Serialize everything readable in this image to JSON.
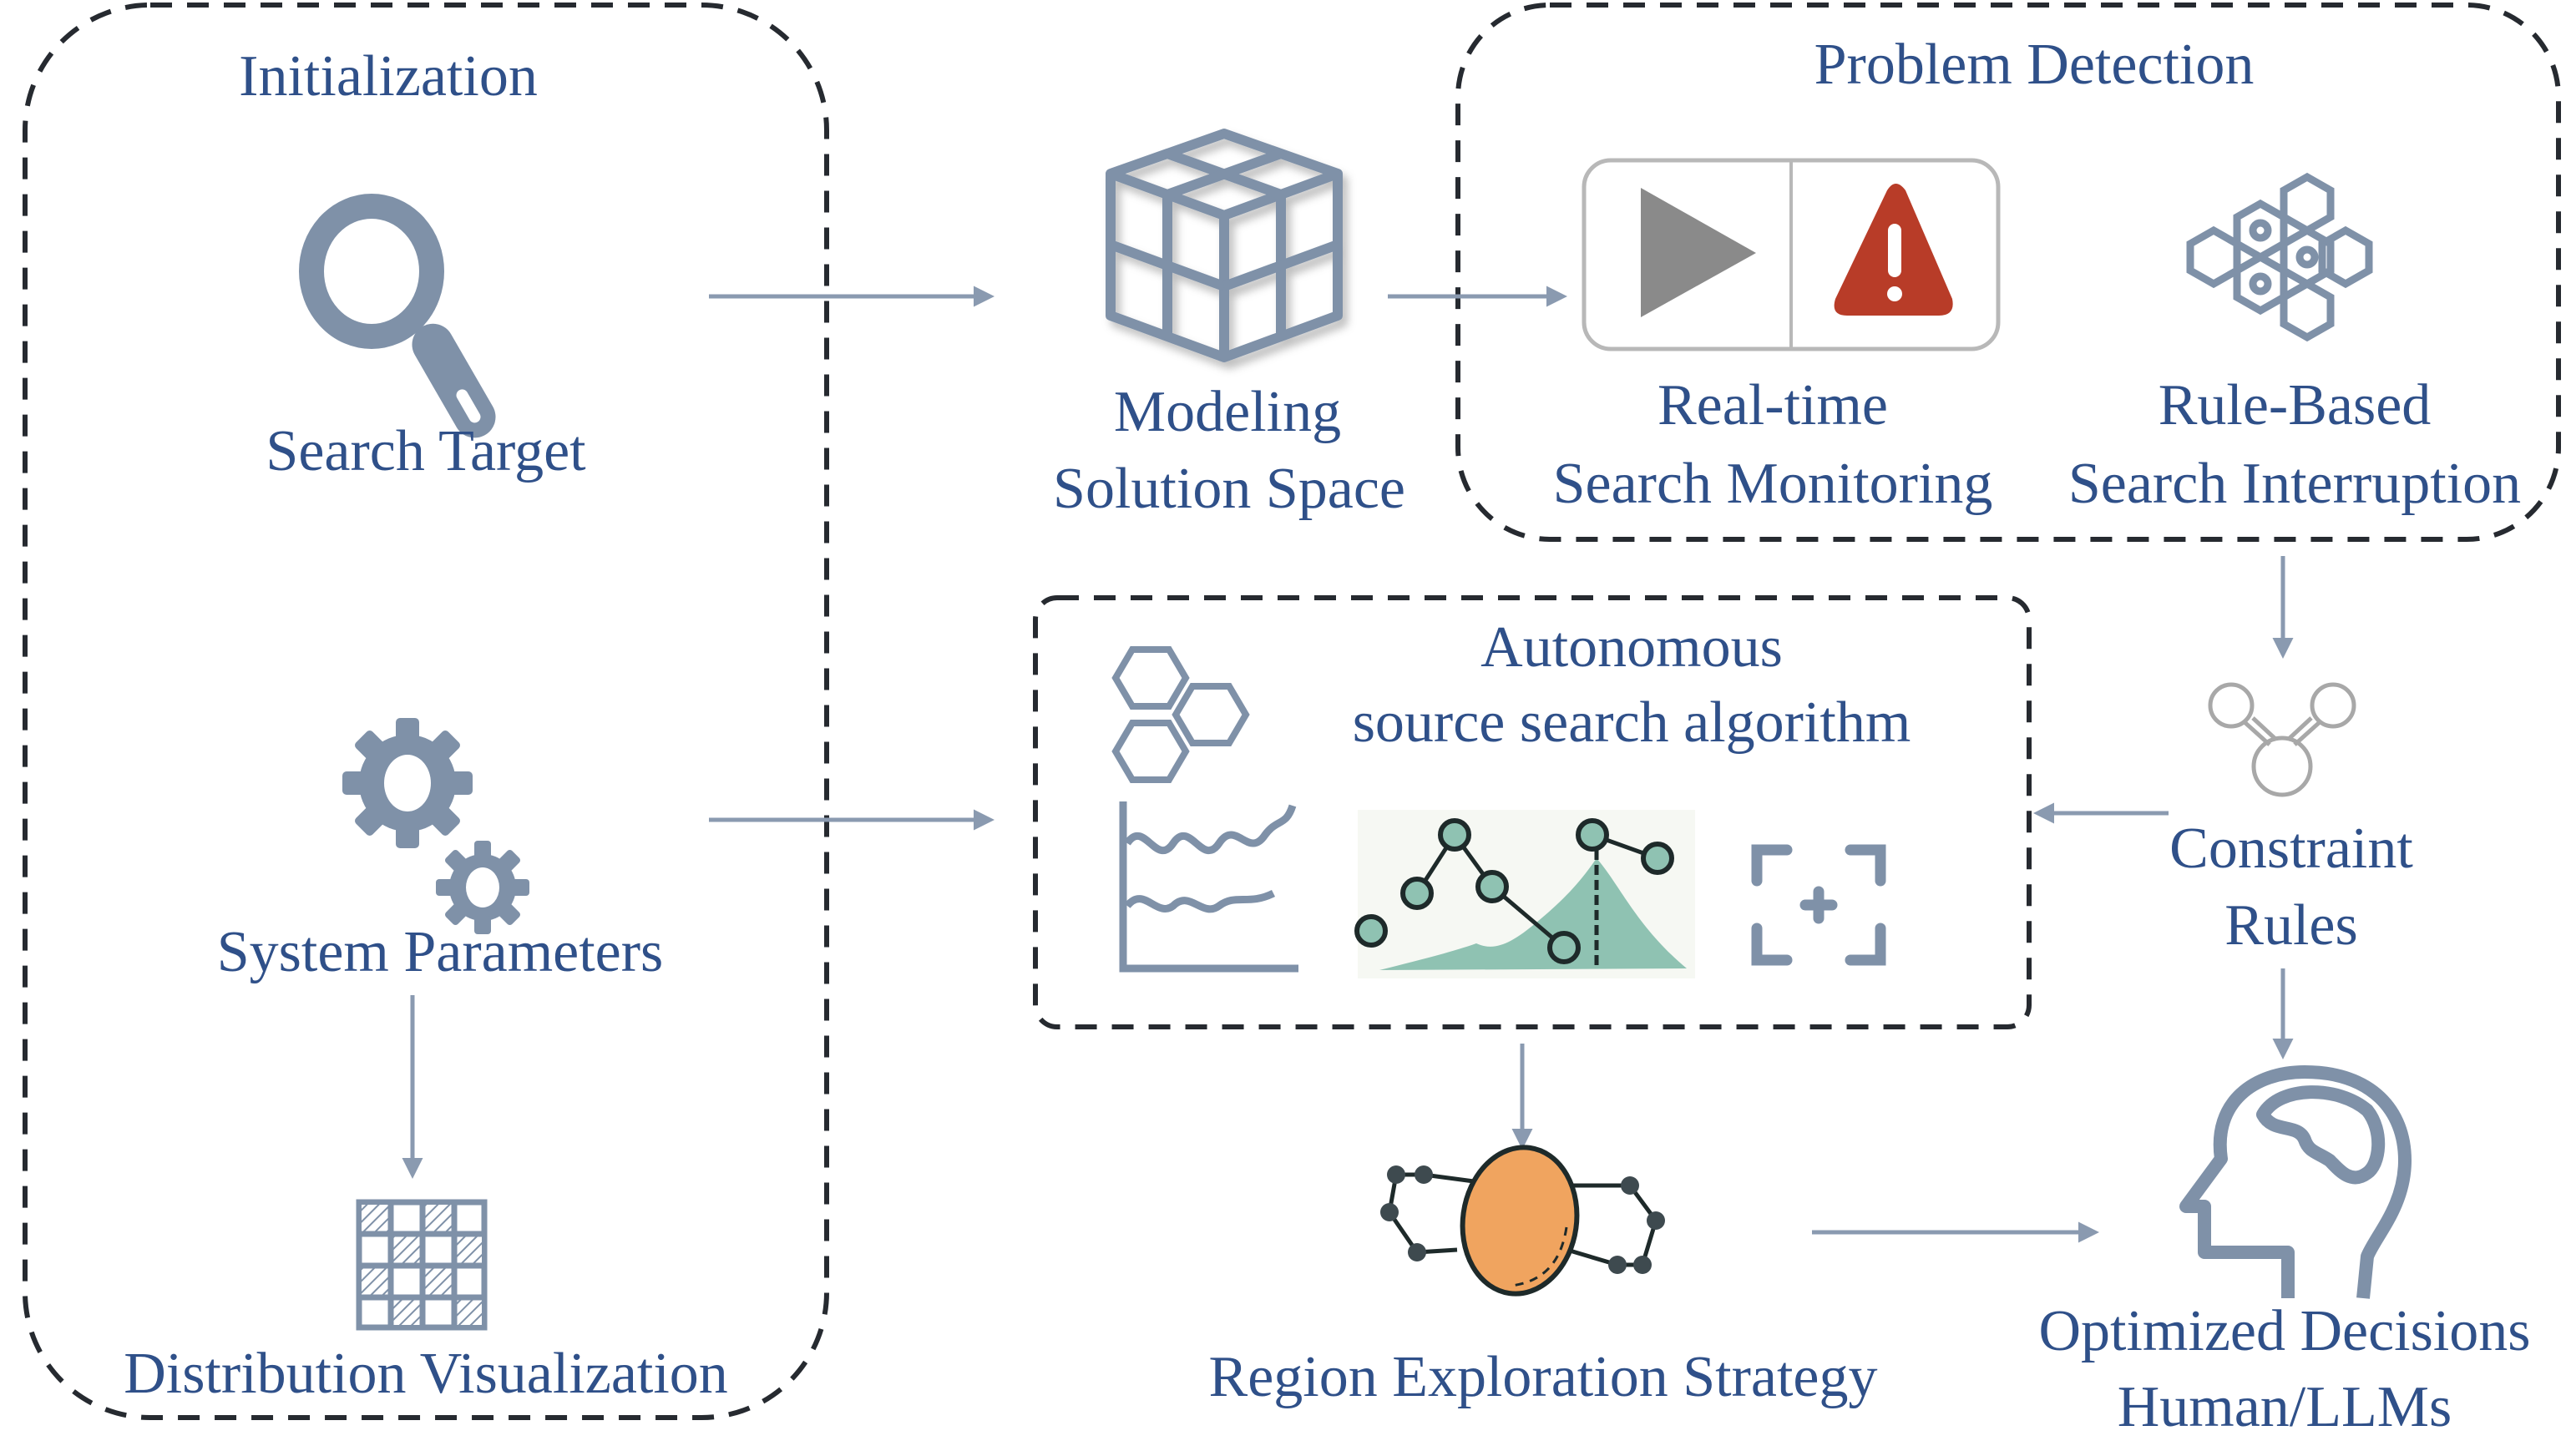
{
  "colors": {
    "text": "#2f5089",
    "icon": "#7f91a8",
    "arrow": "#8a9ab0",
    "dashed_border": "#262a30",
    "play": "#8a8a8a",
    "warning": "#b83c28",
    "teal": "#8fc2b2",
    "orange": "#f0a45f",
    "node_dark": "#3e4a4f"
  },
  "groups": {
    "initialization": {
      "title": "Initialization",
      "items": {
        "search_target": {
          "label": "Search Target",
          "icon": "magnifier-icon"
        },
        "system_parameters": {
          "label": "System Parameters",
          "icon": "gears-icon"
        },
        "distribution_visualization": {
          "label": "Distribution Visualization",
          "icon": "hatched-grid-icon"
        }
      }
    },
    "problem_detection": {
      "title": "Problem Detection",
      "items": {
        "realtime_monitoring": {
          "line1": "Real-time",
          "line2": "Search Monitoring",
          "icon": "play-warning-panel-icon"
        },
        "rule_interruption": {
          "line1": "Rule-Based",
          "line2": "Search Interruption",
          "icon": "hexagon-cluster-icon"
        }
      }
    },
    "autonomous": {
      "title_line1": "Autonomous",
      "title_line2": "source search algorithm",
      "icons": [
        "hexagons-icon",
        "line-chart-icon",
        "graph-density-icon",
        "focus-add-icon"
      ]
    }
  },
  "nodes": {
    "modeling": {
      "line1": "Modeling",
      "line2": "Solution Space",
      "icon": "cube-grid-icon"
    },
    "constraint_rules": {
      "line1": "Constraint",
      "line2": "Rules",
      "icon": "molecule-icon"
    },
    "region_exploration": {
      "label": "Region Exploration Strategy",
      "icon": "orbit-network-icon"
    },
    "optimized_decisions": {
      "line1": "Optimized Decisions",
      "line2": "Human/LLMs",
      "icon": "brain-head-icon"
    }
  },
  "edges": [
    {
      "from": "search_target",
      "to": "modeling"
    },
    {
      "from": "modeling",
      "to": "realtime_monitoring"
    },
    {
      "from": "system_parameters",
      "to": "autonomous"
    },
    {
      "from": "system_parameters",
      "to": "distribution_visualization"
    },
    {
      "from": "problem_detection",
      "to": "constraint_rules"
    },
    {
      "from": "constraint_rules",
      "to": "autonomous"
    },
    {
      "from": "constraint_rules",
      "to": "optimized_decisions"
    },
    {
      "from": "autonomous",
      "to": "region_exploration"
    },
    {
      "from": "region_exploration",
      "to": "optimized_decisions"
    }
  ]
}
